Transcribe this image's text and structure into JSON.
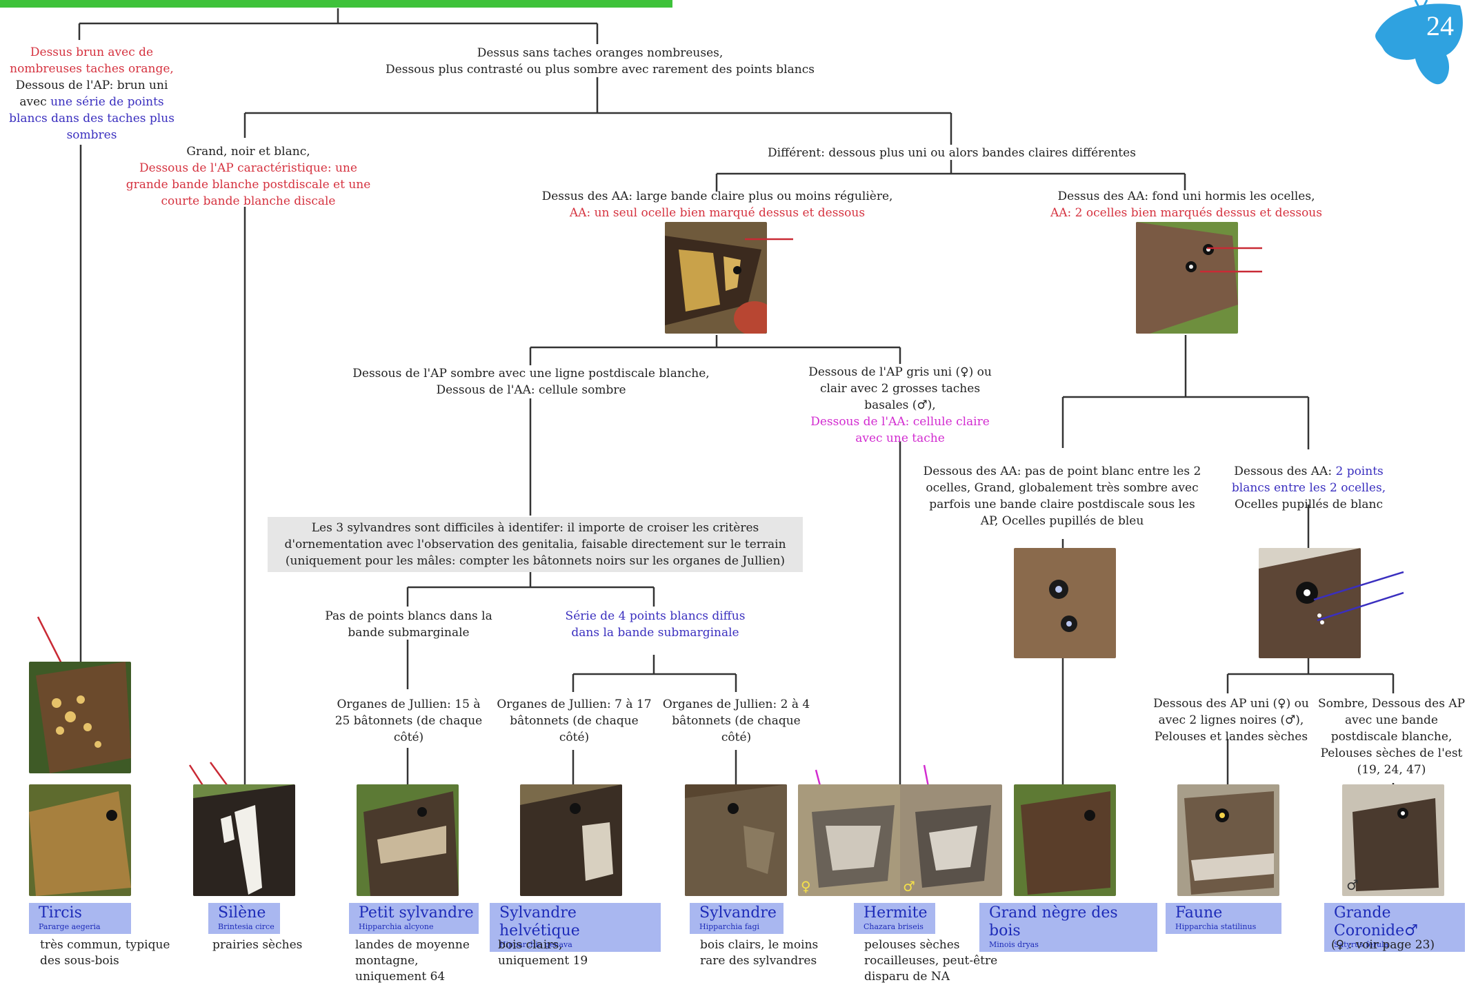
{
  "page_number": "24",
  "colors": {
    "red": "#d5323f",
    "blue": "#3a2fbf",
    "magenta": "#d22bd0",
    "namebox": "#a9b7f0",
    "green_band": "#3ec23a",
    "badge": "#2fa2e0"
  },
  "nodes": {
    "tircis_key": {
      "red": "Dessus brun avec de nombreuses taches orange,",
      "black_1": "Dessous de l'AP: brun uni",
      "black_2": "avec",
      "blue": "une série de points blancs dans des taches plus sombres"
    },
    "no_orange": {
      "line1": "Dessus sans taches oranges nombreuses,",
      "line2": "Dessous plus contrasté ou plus sombre avec rarement des points blancs"
    },
    "silene_key": {
      "black": "Grand, noir et blanc,",
      "red": "Dessous de l'AP caractéristique: une grande bande blanche postdiscale et une courte bande blanche discale"
    },
    "different": {
      "text": "Différent: dessous plus uni ou alors bandes claires différentes"
    },
    "one_ocelle": {
      "black": "Dessus des AA: large bande claire plus ou moins régulière,",
      "red": "AA: un seul ocelle bien marqué dessus et dessous"
    },
    "two_ocelles": {
      "black": "Dessus des AA: fond uni hormis les ocelles,",
      "red": "AA: 2 ocelles bien marqués dessus et dessous"
    },
    "sombre_ligne": {
      "line1": "Dessous de l'AP sombre avec une ligne postdiscale blanche,",
      "line2": "Dessous de l'AA: cellule sombre"
    },
    "gris_uni": {
      "black": "Dessous de l'AP gris uni (♀) ou clair avec 2 grosses taches basales (♂),",
      "magenta": "Dessous de l'AA: cellule claire avec une tache"
    },
    "no_white_point": {
      "text": "Dessous des AA: pas de point blanc entre les 2 ocelles, Grand, globalement très sombre avec parfois une bande claire postdiscale sous les AP, Ocelles pupillés de bleu"
    },
    "two_white_points": {
      "black_pre": "Dessous des AA:",
      "blue": "2 points blancs entre les 2 ocelles,",
      "black_post": "Ocelles pupillés de blanc"
    },
    "sylvandres_note": {
      "text": "Les 3 sylvandres sont difficiles à identifer: il importe de croiser les critères d'ornementation avec l'observation des genitalia, faisable directement sur le terrain (uniquement pour les mâles: compter les bâtonnets noirs sur les organes de Jullien)"
    },
    "no_points": {
      "text": "Pas de points blancs dans la bande submarginale"
    },
    "four_points": {
      "text": "Série de 4 points blancs diffus dans la bande submarginale"
    },
    "organs_15_25": {
      "text": "Organes de Jullien: 15 à 25 bâtonnets (de chaque côté)"
    },
    "organs_7_17": {
      "text": "Organes de Jullien: 7 à 17 bâtonnets (de chaque côté)"
    },
    "organs_2_4": {
      "text": "Organes de Jullien: 2 à 4 bâtonnets (de chaque côté)"
    },
    "faune_key": {
      "text": "Dessous des AP uni (♀) ou avec 2 lignes noires (♂), Pelouses et landes sèches"
    },
    "coronide_key": {
      "text": "Sombre, Dessous des AP avec une bande postdiscale blanche, Pelouses sèches de l'est (19, 24, 47)"
    }
  },
  "species": [
    {
      "name": "Tircis",
      "sci": "Pararge aegeria",
      "desc": "très commun, typique des sous-bois"
    },
    {
      "name": "Silène",
      "sci": "Brintesia circe",
      "desc": "prairies sèches"
    },
    {
      "name": "Petit sylvandre",
      "sci": "Hipparchia alcyone",
      "desc": "landes de moyenne montagne, uniquement 64"
    },
    {
      "name": "Sylvandre helvétique",
      "sci": "Hipparchia genava",
      "desc": "bois clairs, uniquement 19"
    },
    {
      "name": "Sylvandre",
      "sci": "Hipparchia fagi",
      "desc": "bois clairs, le moins rare des sylvandres"
    },
    {
      "name": "Hermite",
      "sci": "Chazara briseis",
      "desc": "pelouses sèches rocailleuses, peut-être disparu de NA"
    },
    {
      "name": "Grand nègre des bois",
      "sci": "Minois dryas",
      "desc": ""
    },
    {
      "name": "Faune",
      "sci": "Hipparchia statilinus",
      "desc": ""
    },
    {
      "name": "Grande Coronide♂",
      "sci": "Satyrus ferula",
      "desc": "(♀ : voir page 23)"
    }
  ],
  "photo_symbols": {
    "female": "♀",
    "male": "♂"
  }
}
